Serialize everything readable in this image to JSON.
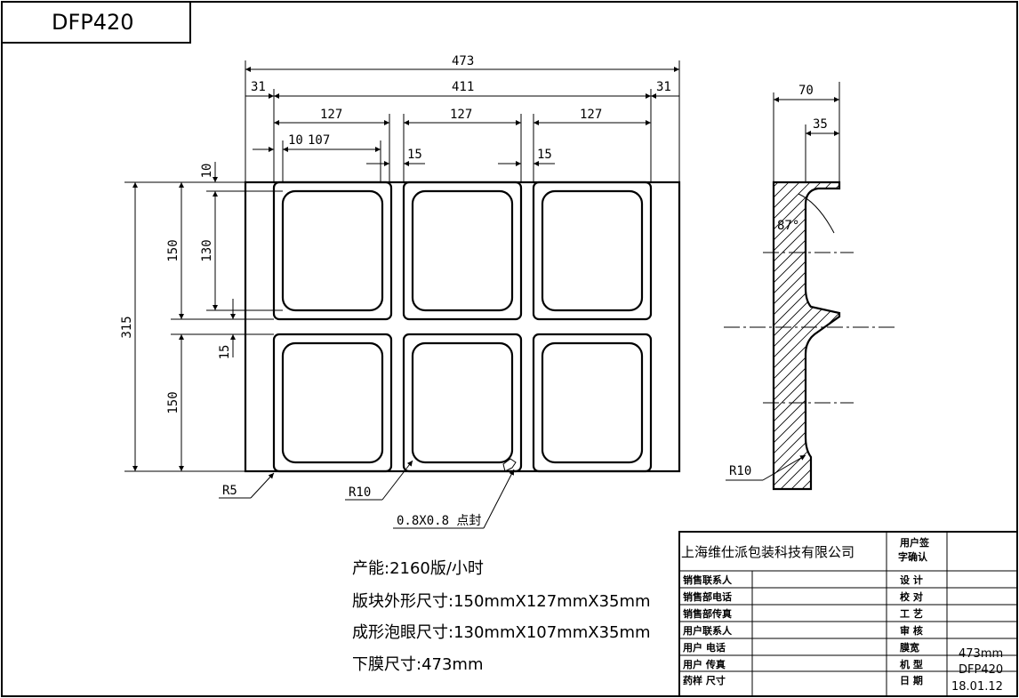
{
  "title": "DFP420",
  "dimensions": {
    "total_width": "473",
    "inner_width": "411",
    "left_margin": "31",
    "right_margin": "31",
    "pitch_1": "127",
    "pitch_2": "127",
    "pitch_3": "127",
    "offset": "10",
    "cavity_width": "107",
    "gap_1": "15",
    "gap_2": "15",
    "top_offset": "10",
    "block_height_1": "150",
    "cavity_height": "130",
    "total_height": "315",
    "row_gap": "15",
    "block_height_2": "150",
    "radius_outer": "R5",
    "radius_cavity": "R10",
    "seal_dot": "0.8X0.8 点封",
    "side_width": "70",
    "side_depth": "35",
    "draft_angle": "87°",
    "side_radius": "R10"
  },
  "specs": [
    "产能:2160版/小时",
    "版块外形尺寸:150mmX127mmX35mm",
    "成形泡眼尺寸:130mmX107mmX35mm",
    "下膜尺寸:473mm"
  ],
  "title_block": {
    "company": "上海维仕派包装科技有限公司",
    "customer_confirm": "用户签字确认",
    "left_rows": [
      "销售联系人",
      "销售部电话",
      "销售部传真",
      "用户联系人",
      "用户  电话",
      "用户  传真",
      "药样  尺寸"
    ],
    "mid_rows": [
      "设  计",
      "校  对",
      "工  艺",
      "审  核",
      "膜宽",
      "机  型",
      "日  期"
    ],
    "film_width": "473mm",
    "model": "DFP420",
    "date": "18.01.12"
  }
}
